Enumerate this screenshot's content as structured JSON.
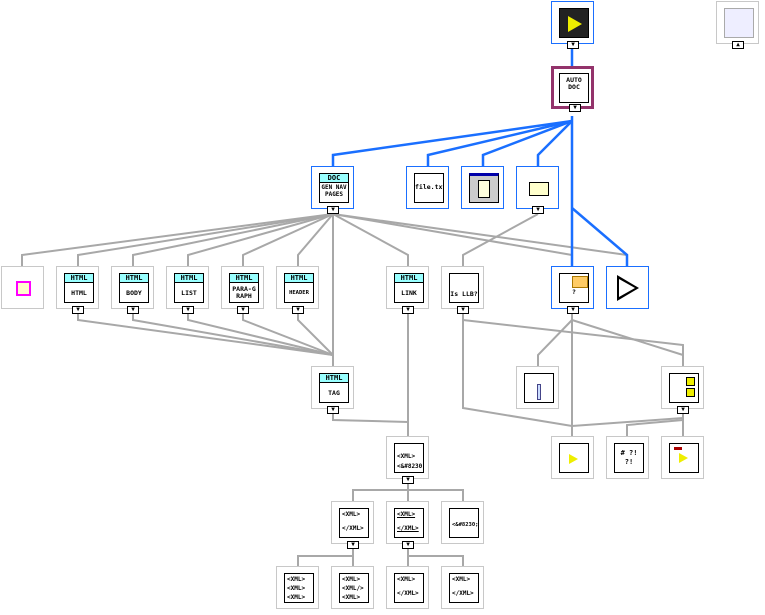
{
  "colors": {
    "static_link": "#1a6fff",
    "dynamic_link": "#a8a8a8",
    "selected": "#93336b",
    "html_header": "#99ffff"
  },
  "nodes": {
    "top_vi": {
      "icon": "waveform-play-icon"
    },
    "corner": {
      "icon": "hierarchy-icon"
    },
    "autodoc": {
      "line1": "AUTO",
      "line2": "DOC",
      "icon": "book-icon"
    },
    "docgen": {
      "header": "DOC",
      "label": "GEN NAV PAGES"
    },
    "filetxt": {
      "label": "file.txt"
    },
    "dialog": {
      "icon": "dialog-document-icon"
    },
    "folder": {
      "icon": "folder-icon"
    },
    "empty": {
      "icon": "empty-string-icon"
    },
    "html_html": {
      "header": "HTML",
      "label": "HTML"
    },
    "html_body": {
      "header": "HTML",
      "label": "BODY"
    },
    "html_list": {
      "header": "HTML",
      "label": "LIST"
    },
    "html_para": {
      "header": "HTML",
      "label": "PARA-GRAPH"
    },
    "html_header": {
      "header": "HTML",
      "label": "HEADER"
    },
    "html_link": {
      "header": "HTML",
      "label": "LINK"
    },
    "html_tag": {
      "header": "HTML",
      "label": "TAG"
    },
    "is_llb": {
      "label": "Is LLB?"
    },
    "file_check": {
      "icon": "file-folder-check-icon",
      "label": "?"
    },
    "vi_tree": {
      "icon": "vi-tree-icon"
    },
    "copy_vis": {
      "icon": "copy-vi-icon"
    },
    "llb_tree": {
      "icon": "llb-tree-icon"
    },
    "vi_file": {
      "icon": "vi-file-icon"
    },
    "convert": {
      "label": "# ?! ?!"
    },
    "vi_pw": {
      "icon": "vi-password-icon"
    },
    "xml_escape": {
      "line1": "<XML>",
      "line2": "<&#8230;;>"
    },
    "xml_a": {
      "line1": "<XML>",
      "line2": "</XML>"
    },
    "xml_b": {
      "line1": "<XML>",
      "line2": "</XML>"
    },
    "xml_c": {
      "line1": "<&#8230;;>"
    },
    "xml_d": {
      "line1": "<XML>",
      "line2": "<XML>",
      "line3": "<XML>"
    },
    "xml_e": {
      "line1": "<XML>",
      "line2": "<XML/>",
      "line3": "<XML>"
    },
    "xml_f": {
      "line1": "<XML>",
      "line2": "</XML>"
    },
    "xml_g": {
      "line1": "<XML>",
      "line2": "</XML>"
    }
  }
}
